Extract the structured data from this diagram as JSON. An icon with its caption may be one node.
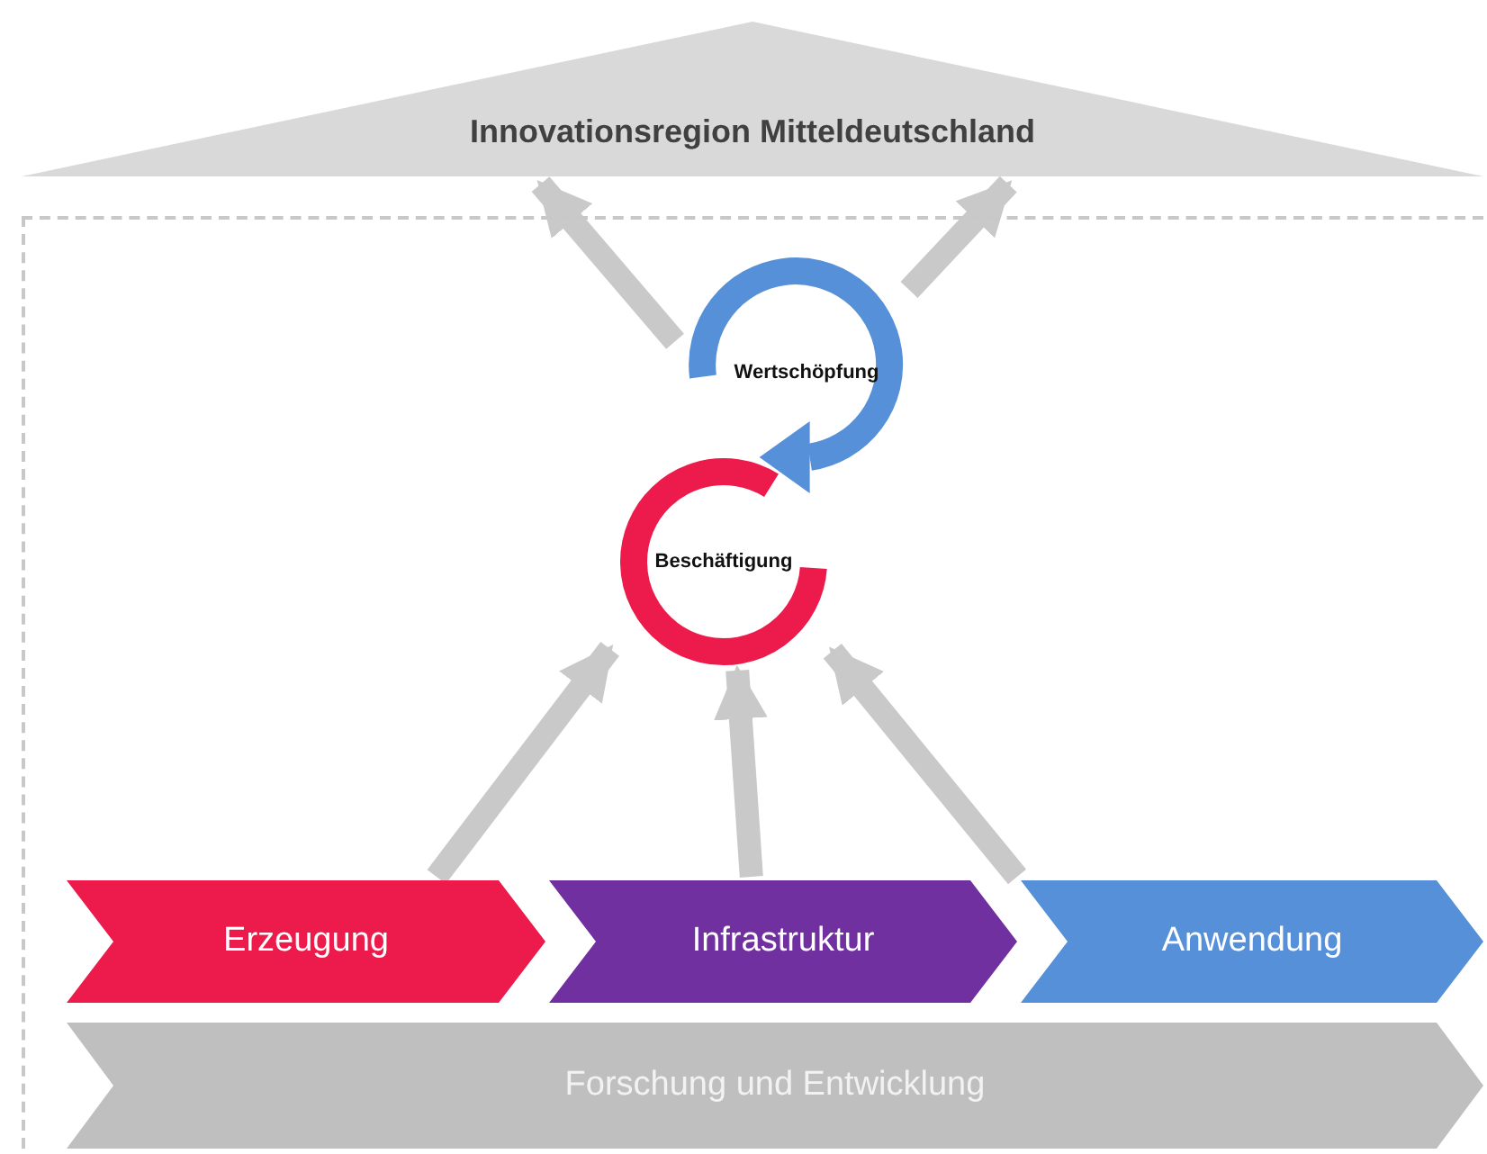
{
  "diagram": {
    "nodes": [
      {
        "text": [
          "Innovationsregion Mitteldeutschland"
        ]
      },
      {
        "text": [],
        "shape": "box"
      },
      {
        "text": [
          "Wertschöpfung"
        ],
        "in": 1
      },
      {
        "text": [
          "Beschäftigung"
        ],
        "in": 1
      },
      {
        "text": [
          "Erzeugung"
        ],
        "in": 1
      },
      {
        "text": [
          "Infrastruktur"
        ],
        "in": 1
      },
      {
        "text": [
          "Anwendung"
        ],
        "in": 1
      },
      {
        "text": [
          "Forschung und Entwicklung"
        ],
        "in": 1
      }
    ],
    "edges": [
      {
        "from": 4,
        "to": 3,
        "arrow": "to"
      },
      {
        "from": 5,
        "to": 3,
        "arrow": "to"
      },
      {
        "from": 6,
        "to": 3,
        "arrow": "to"
      },
      {
        "from": 2,
        "to": 0,
        "arrow": "to"
      },
      {
        "from": 2,
        "to": 0,
        "arrow": "to"
      }
    ]
  }
}
